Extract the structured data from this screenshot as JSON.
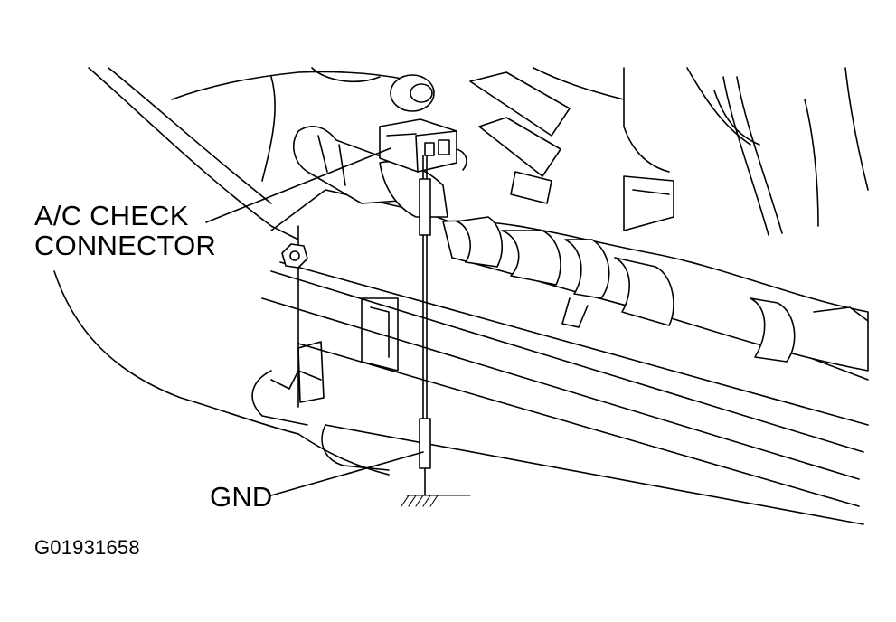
{
  "labels": {
    "ac_check_line1": "A/C CHECK",
    "ac_check_line2": "CONNECTOR",
    "gnd": "GND",
    "figure_id": "G01931658"
  },
  "colors": {
    "line": "#000000",
    "background": "#ffffff"
  }
}
